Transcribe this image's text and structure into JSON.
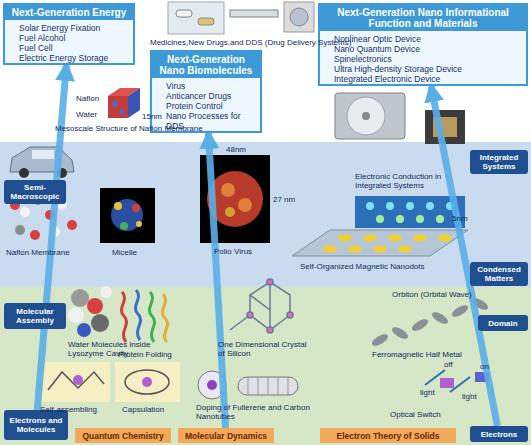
{
  "diagram": {
    "nodes": [
      {
        "text": [
          "Next-Generation Energy",
          "Solar Energy Fixation",
          "Fuel Alcohol",
          "Fuel Cell",
          "Electric Energy Storage"
        ]
      },
      {
        "text": [
          "Next-Generation Nano Biomolecules",
          "Virus",
          "Anticancer Drugs",
          "Protein Control",
          "Nano Processes for DDS"
        ]
      },
      {
        "text": [
          "Next-Generation Nano Informational Function and Materials",
          "Nonlinear Optic Device",
          "Nano Quantum Device",
          "Spinelectronics",
          "Ultra High-density Storage Device",
          "Integrated Electronic Device"
        ]
      },
      {
        "text": [
          "Semi-Macroscopic"
        ]
      },
      {
        "text": [
          "Integrated Systems"
        ]
      },
      {
        "text": [
          "Condensed Matters"
        ]
      },
      {
        "text": [
          "Molecular Assembly"
        ]
      },
      {
        "text": [
          "Domain"
        ]
      },
      {
        "text": [
          "Electrons and Molecules"
        ]
      },
      {
        "text": [
          "Electrons"
        ]
      },
      {
        "text": [
          "Quantum Chemistry"
        ]
      },
      {
        "text": [
          "Molecular Dynamics"
        ]
      },
      {
        "text": [
          "Electron Theory of Solids"
        ]
      }
    ],
    "edges": [
      {
        "from": 8,
        "to": 0,
        "arrow": "to"
      },
      {
        "from": 11,
        "to": 1,
        "arrow": "to"
      },
      {
        "from": 9,
        "to": 2,
        "arrow": "to"
      }
    ],
    "labels": [
      "Medicines,New Drugs,and DDS (Drug Delivery Systems)",
      "Naflon",
      "Water",
      "15nm",
      "Mesoscale Structure of Naflon Membrane",
      "Naflon Membrane",
      "Micelle",
      "Polio Virus",
      "48nm",
      "27 nm",
      "Electronic Conduction in Integrated Systems",
      "5nm",
      "Self-Organized Magnetic Nanodots",
      "Water Molecules inside Lysozyme Cavity",
      "Protein Folding",
      "One Dimensional Crystal of Silicon",
      "Orbiton (Orbital Wave)",
      "Ferromagnetic Half Metal",
      "Self-assembling",
      "Capsulation",
      "Doping of Fullerene and Carbon Nanotubes",
      "off",
      "on",
      "light",
      "light",
      "Optical Switch"
    ]
  }
}
